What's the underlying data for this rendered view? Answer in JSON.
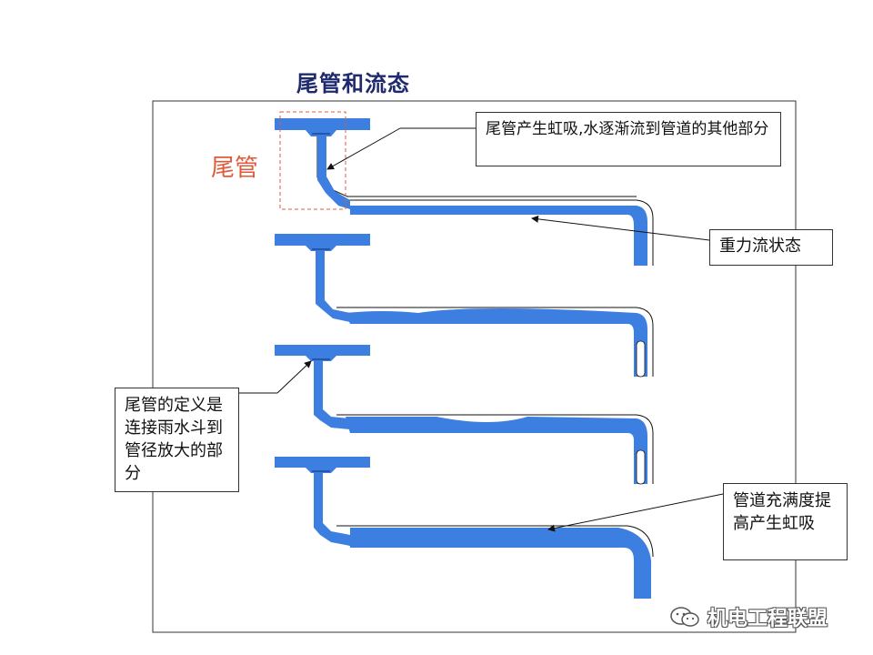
{
  "title": "尾管和流态",
  "tail_label": "尾管",
  "callouts": {
    "siphon": "尾管产生虹吸,水逐渐流到管道的其他部分",
    "gravity": "重力流状态",
    "definition": "尾管的定义是连接雨水斗到管径放大的部分",
    "fullness": "管道充满度提高产生虹吸"
  },
  "watermark": "机电工程联盟",
  "colors": {
    "water": "#3d7fe0",
    "frame": "#333333",
    "title": "#1f2a6e",
    "tail_label": "#e25a3c",
    "dashed_box": "#e25a3c"
  }
}
